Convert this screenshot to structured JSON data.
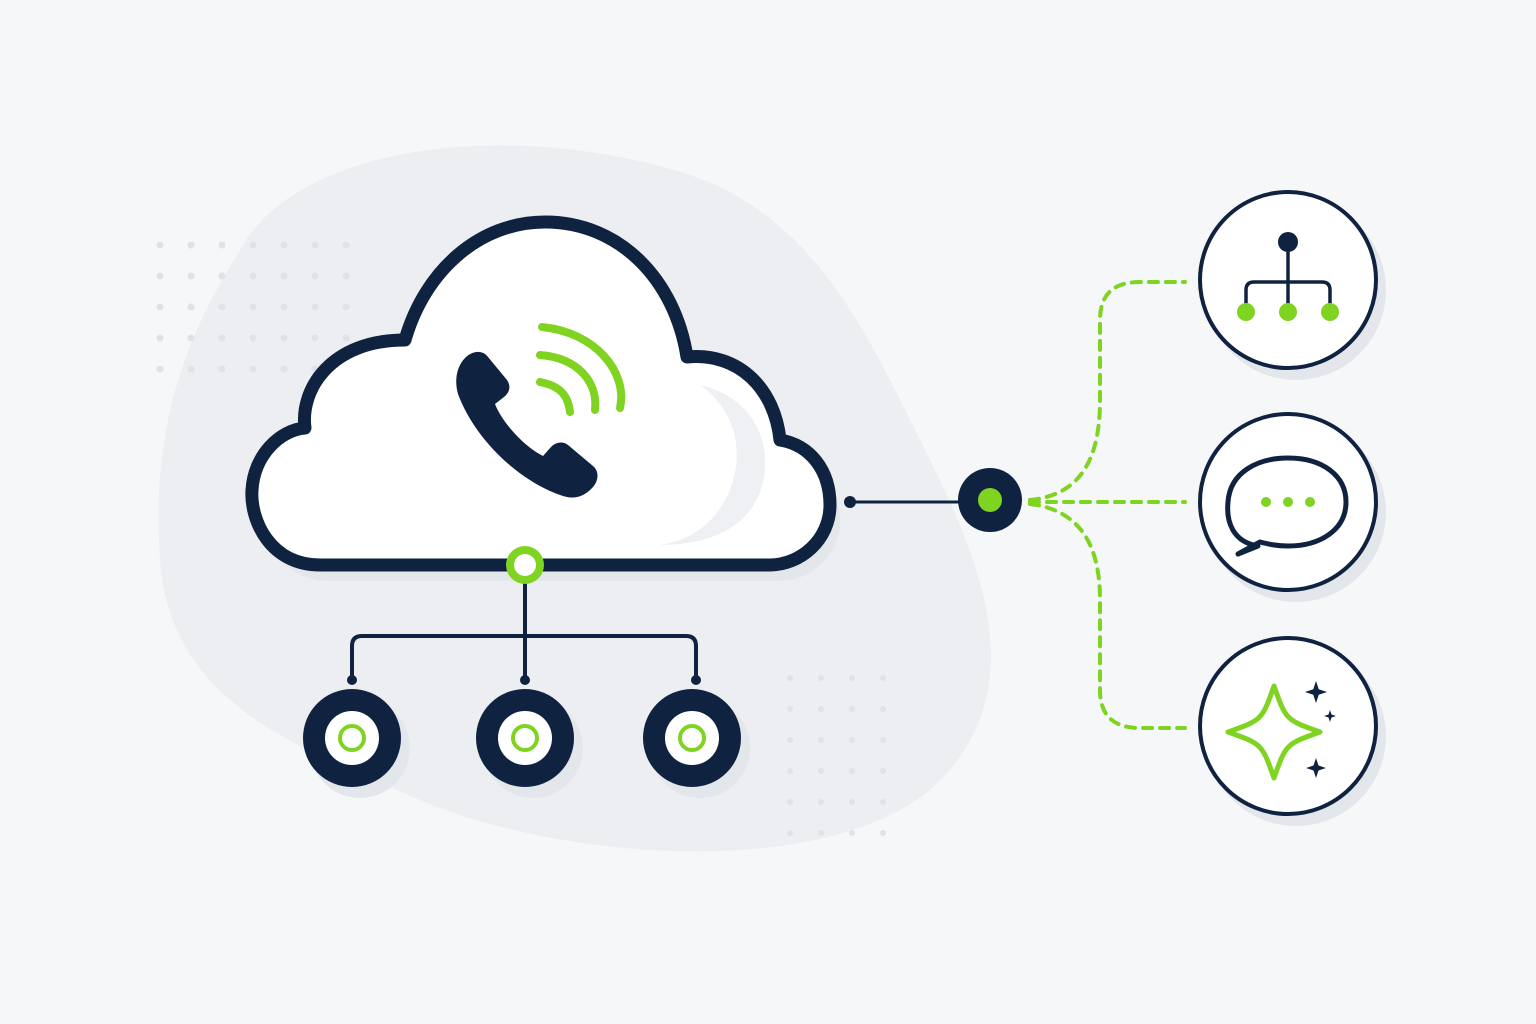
{
  "colors": {
    "background": "#f6f7f8",
    "blob": "#eceef1",
    "navy": "#0f2341",
    "green": "#7fd321",
    "white": "#ffffff",
    "shadow": "#e3e6ea",
    "dots": "#dfe2e6"
  },
  "diagram": {
    "hub": {
      "icon": "cloud-phone-icon",
      "signal_icon": "signal-waves-icon"
    },
    "bottom_nodes": [
      {
        "icon": "endpoint-node-icon"
      },
      {
        "icon": "endpoint-node-icon"
      },
      {
        "icon": "endpoint-node-icon"
      }
    ],
    "junction": {
      "icon": "junction-node-icon"
    },
    "services": [
      {
        "icon": "hierarchy-routing-icon"
      },
      {
        "icon": "chat-bubble-icon"
      },
      {
        "icon": "sparkle-ai-icon"
      }
    ],
    "connectors": {
      "cloud_to_junction": "solid",
      "junction_to_services": "dashed",
      "cloud_to_nodes": "solid"
    }
  }
}
